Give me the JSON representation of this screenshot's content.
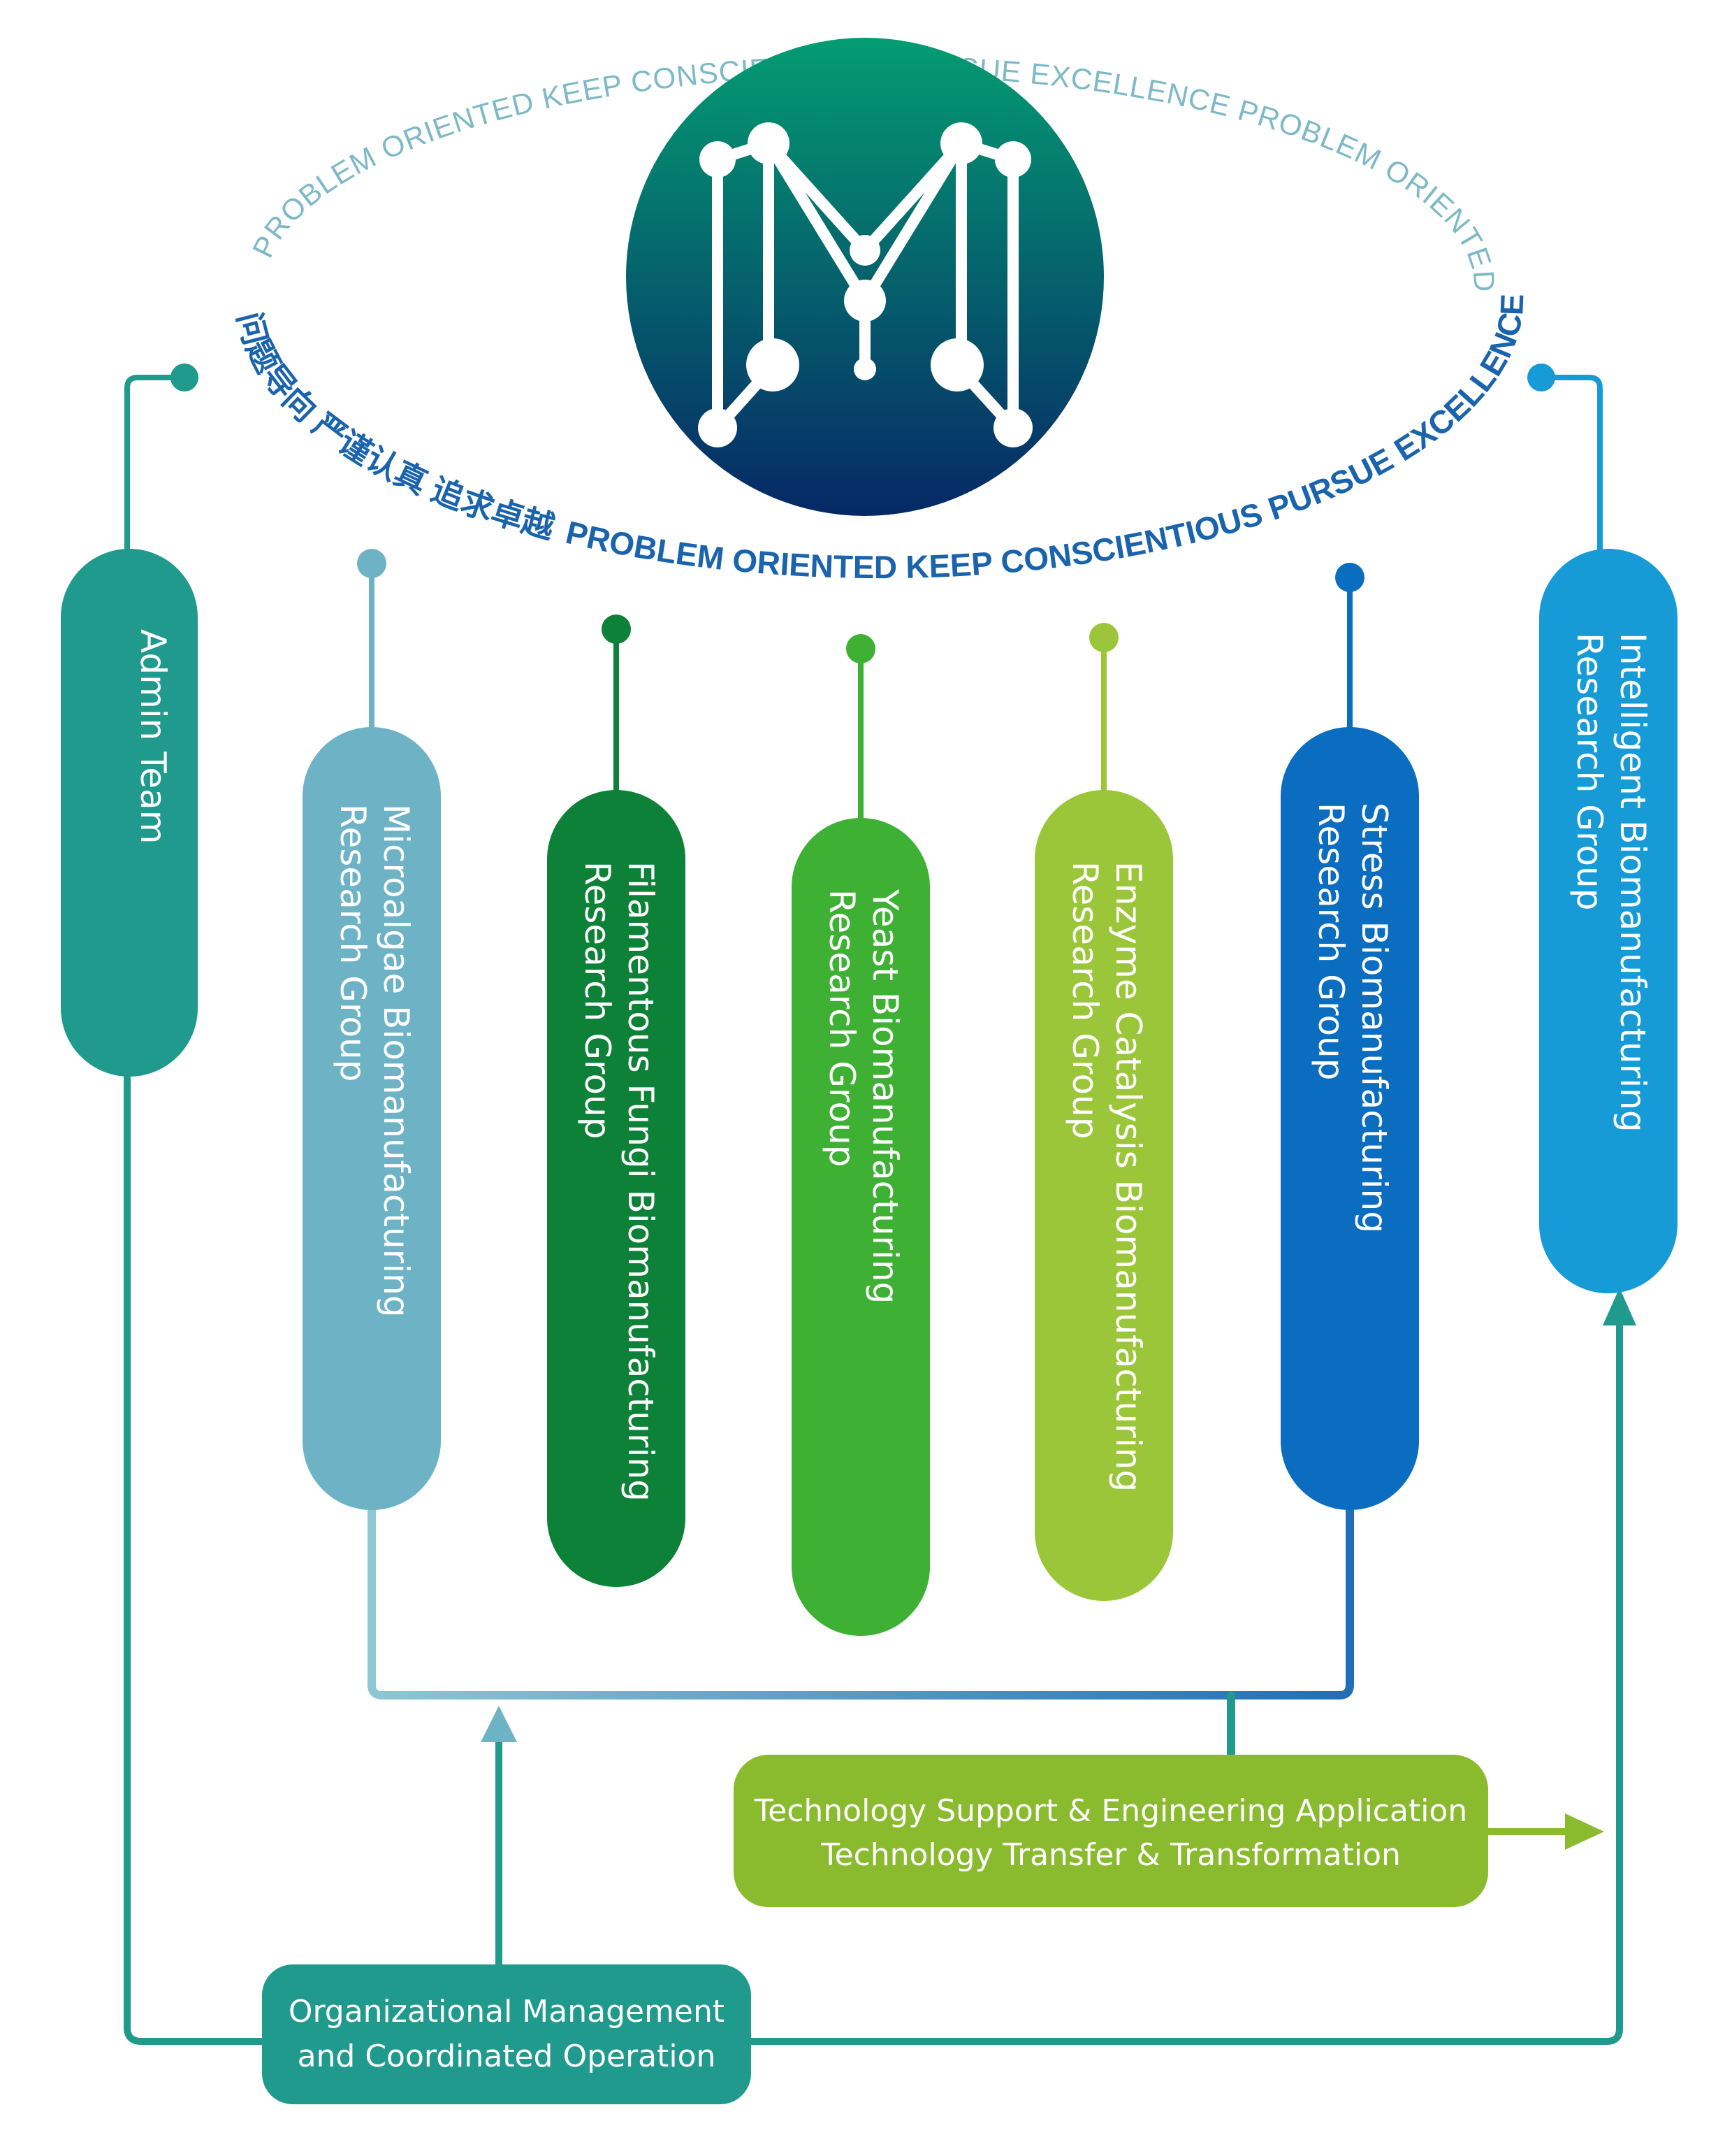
{
  "motto": {
    "outer_text": "PROBLEM ORIENTED KEEP CONSCIENTIOUS PURSUE EXCELLENCE PROBLEM ORIENTED",
    "inner_cn": "问题导向 严谨认真 追求卓越",
    "inner_en": "PROBLEM  ORIENTED  KEEP CONSCIENTIOUS PURSUE EXCELLENCE"
  },
  "logo": {
    "name": "M-logo-icon",
    "gradient_top": "#049c72",
    "gradient_bottom": "#062866"
  },
  "groups": [
    {
      "id": "admin",
      "lines": [
        "Admin Team"
      ],
      "color": "#1f9a8d"
    },
    {
      "id": "microalgae",
      "lines": [
        "Microalgae Biomanufacturing",
        "Research Group"
      ],
      "color": "#6db3c5"
    },
    {
      "id": "fungi",
      "lines": [
        "Filamentous Fungi Biomanufacturing",
        "Research Group"
      ],
      "color": "#0c8137"
    },
    {
      "id": "yeast",
      "lines": [
        "Yeast Biomanufacturing",
        "Research Group"
      ],
      "color": "#3eb135"
    },
    {
      "id": "enzyme",
      "lines": [
        "Enzyme Catalysis Biomanufacturing",
        "Research Group"
      ],
      "color": "#9bc63a"
    },
    {
      "id": "stress",
      "lines": [
        "Stress Biomanufacturing",
        "Research Group"
      ],
      "color": "#0b6dbf"
    },
    {
      "id": "intelligent",
      "lines": [
        "Intelligent Biomanufacturing",
        "Research Group"
      ],
      "color": "#179bd7"
    }
  ],
  "tech_box": {
    "line1": "Technology Support & Engineering Application",
    "line2": "Technology Transfer & Transformation",
    "color": "#8aba2d"
  },
  "org_box": {
    "line1": "Organizational Management",
    "line2": "and Coordinated Operation",
    "color": "#1f9a8d"
  }
}
